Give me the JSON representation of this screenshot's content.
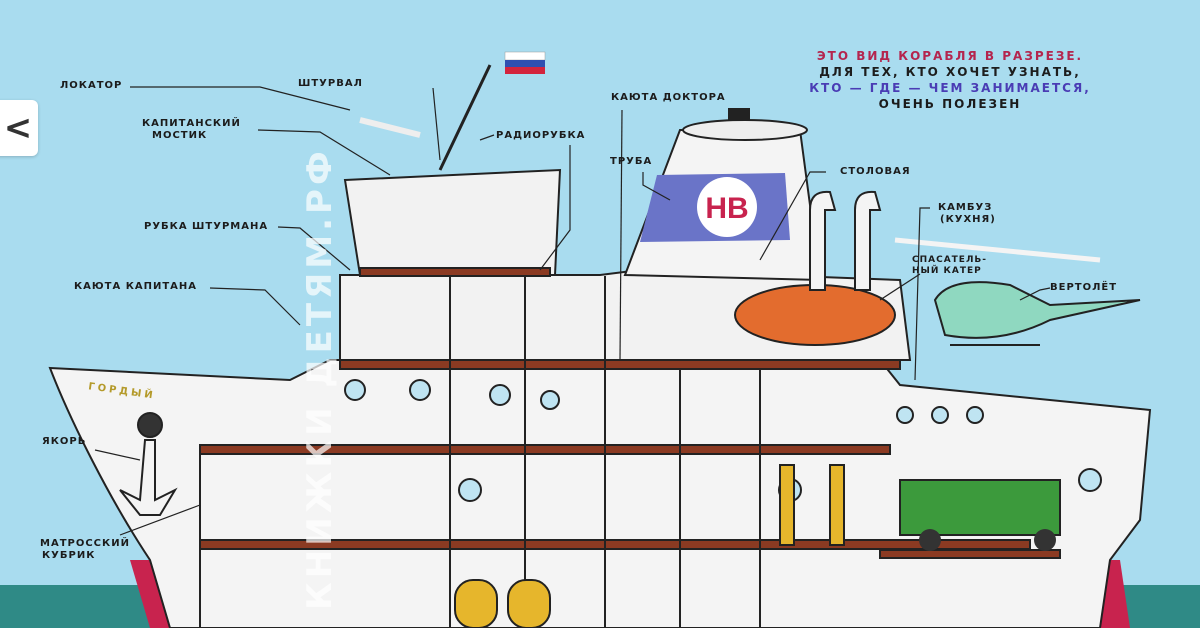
{
  "intro_text": [
    "ЭТО ВИД КОРАБЛЯ В РАЗРЕЗЕ.",
    "ДЛЯ ТЕХ, КТО ХОЧЕТ УЗНАТЬ,",
    "КТО — ГДЕ — ЧЕМ ЗАНИМАЕТСЯ,",
    "ОЧЕНЬ ПОЛЕЗЕН"
  ],
  "labels": {
    "locator": "ЛОКАТОР",
    "helm": "ШТУРВАЛ",
    "bridge_1": "КАПИТАНСКИЙ",
    "bridge_2": "МОСТИК",
    "radio_room": "РАДИОРУБКА",
    "doctor_cabin": "КАЮТА ДОКТОРА",
    "funnel": "ТРУБА",
    "mess_hall": "СТОЛОВАЯ",
    "galley_1": "КАМБУЗ",
    "galley_2": "(КУХНЯ)",
    "lifeboat_1": "СПАСАТЕЛЬ-",
    "lifeboat_2": "НЫЙ КАТЕР",
    "helicopter": "ВЕРТОЛЁТ",
    "navigator_room": "РУБКА ШТУРМАНА",
    "captain_cabin": "КАЮТА КАПИТАНА",
    "anchor": "ЯКОРЬ",
    "crew_quarters_1": "МАТРОССКИЙ",
    "crew_quarters_2": "КУБРИК"
  },
  "ship_name": "ГОРДЫЙ",
  "funnel_logo": "НВ",
  "watermark": "КНИЖКИ ДЕТЯМ.РФ",
  "back_button": {
    "icon": "chevron-left-icon",
    "label": "<"
  },
  "colors": {
    "sky": "#a9dcef",
    "sea": "#2f8a86",
    "hull_red": "#c8234e",
    "funnel_band": "#6a74c8",
    "deck_wood": "#8b3a22"
  }
}
